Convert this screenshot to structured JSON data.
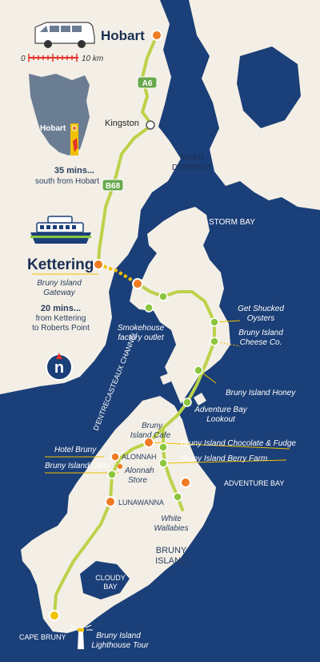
{
  "colors": {
    "sea": "#1b3f78",
    "land": "#f3efe6",
    "route": "#bcd24a",
    "stop_green": "#8cc63f",
    "stop_orange": "#f07b22",
    "ferry_link": "#f2c200",
    "road_badge": "#6aa84f",
    "text_dark": "#2a3f5f"
  },
  "header": {
    "title": "Hobart",
    "scale_start": "0",
    "scale_end": "10 km"
  },
  "inset": {
    "label": "Hobart"
  },
  "roads": {
    "a6": "A6",
    "b68": "B68"
  },
  "towns": {
    "kingston": "Kingston",
    "kettering": "Kettering",
    "alonnah": "ALONNAH",
    "lunawanna": "LUNAWANNA",
    "adventure_bay": "ADVENTURE BAY",
    "cape_bruny": "CAPE BRUNY"
  },
  "water": {
    "river_line1": "RIVER",
    "river_line2": "DERWENT",
    "storm_bay": "STORM BAY",
    "channel": "D'ENTRECASTEAUX CHANNEL",
    "cloudy_line1": "CLOUDY",
    "cloudy_line2": "BAY"
  },
  "island": {
    "line1": "BRUNY",
    "line2": "ISLAND"
  },
  "notes": {
    "hobart_time": "35 mins...",
    "hobart_desc": "south from Hobart",
    "gateway_line1": "Bruny Island",
    "gateway_line2": "Gateway",
    "ferry_time": "20 mins...",
    "ferry_desc1": "from Kettering",
    "ferry_desc2": "to Roberts Point"
  },
  "attractions": {
    "smokehouse1": "Smokehouse",
    "smokehouse2": "factory outlet",
    "oysters1": "Get Shucked",
    "oysters2": "Oysters",
    "cheese1": "Bruny Island",
    "cheese2": "Cheese Co.",
    "honey": "Bruny Island Honey",
    "lookout1": "Adventure Bay",
    "lookout2": "Lookout",
    "cafe1": "Bruny",
    "cafe2": "Island Cafe",
    "chocolate": "Bruny Island Chocolate & Fudge",
    "berry": "Bruny Island Berry Farm",
    "hotel": "Hotel Bruny",
    "cider": "Bruny Island Cider",
    "store1": "Alonnah",
    "store2": "Store",
    "wallabies1": "White",
    "wallabies2": "Wallabies",
    "lighthouse1": "Bruny Island",
    "lighthouse2": "Lighthouse Tour"
  },
  "icons": {
    "van": "van-icon",
    "ferry": "ferry-icon",
    "compass": "compass-icon",
    "lighthouse": "lighthouse-icon"
  },
  "compass_letter": "n"
}
